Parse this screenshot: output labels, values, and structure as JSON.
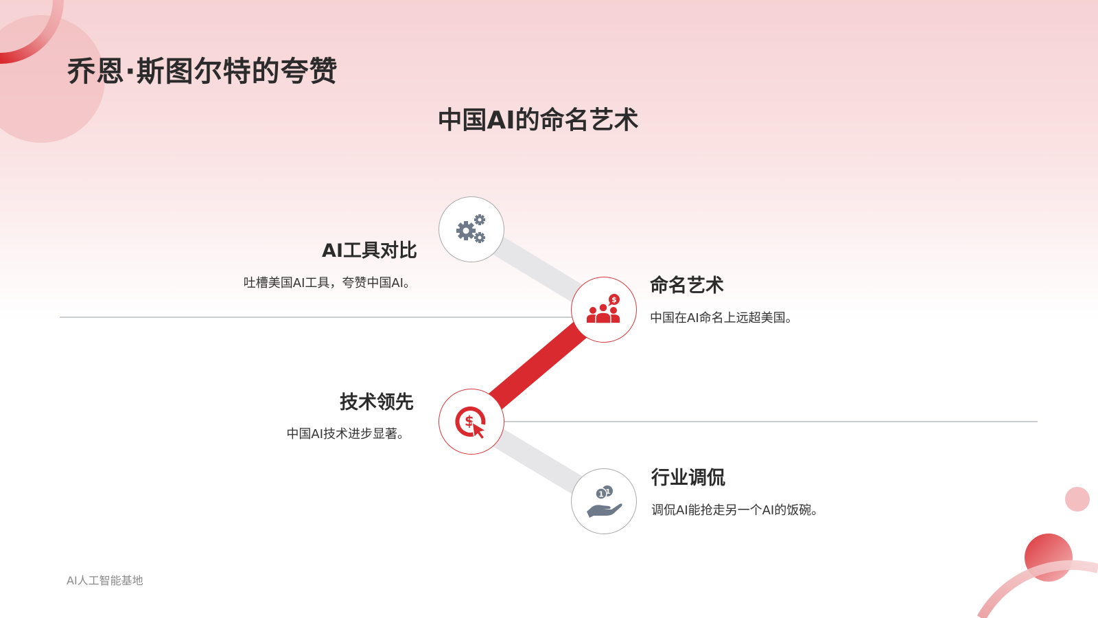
{
  "slide": {
    "title": "乔恩·斯图尔特的夸赞",
    "subtitle": "中国AI的命名艺术",
    "footer": "AI人工智能基地"
  },
  "timeline": {
    "items": [
      {
        "title": "AI工具对比",
        "description": "吐槽美国AI工具，夸赞中国AI。",
        "icon": "gears-icon",
        "accent": "gray"
      },
      {
        "title": "命名艺术",
        "description": "中国在AI命名上远超美国。",
        "icon": "people-dollar-icon",
        "accent": "red"
      },
      {
        "title": "技术领先",
        "description": "中国AI技术进步显著。",
        "icon": "dollar-target-click-icon",
        "accent": "red"
      },
      {
        "title": "行业调侃",
        "description": "调侃AI能抢走另一个AI的饭碗。",
        "icon": "hand-coins-icon",
        "accent": "gray"
      }
    ]
  },
  "colors": {
    "accent_red": "#d92b2f",
    "icon_gray": "#6e7a8a",
    "connector_gray": "#e6e6e9",
    "divider": "#c9ccd3",
    "text_dark": "#2b2b2b",
    "footer_text": "#8a8a8a"
  }
}
